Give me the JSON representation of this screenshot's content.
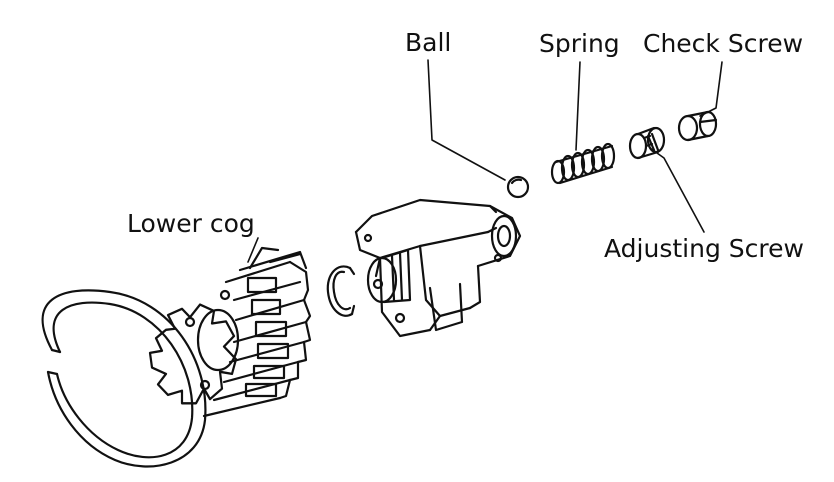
{
  "labels": {
    "ball": "Ball",
    "spring": "Spring",
    "check_screw": "Check Screw",
    "adjusting_screw": "Adjusting Screw",
    "lower_cog": "Lower cog"
  },
  "colors": {
    "ink": "#111111",
    "background": "#ffffff"
  }
}
